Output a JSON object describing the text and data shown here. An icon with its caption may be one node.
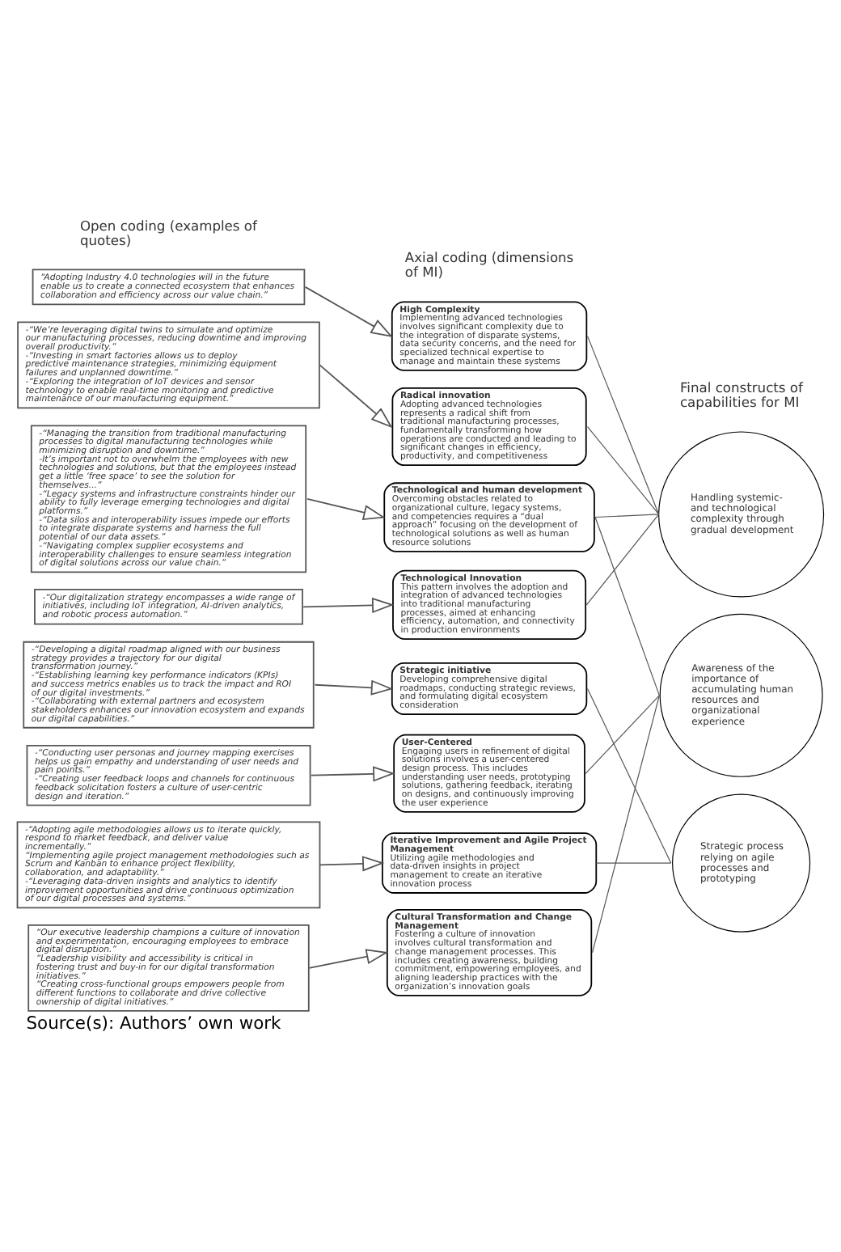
{
  "diagram": {
    "caption": "Source(s): Authors’ own work",
    "nodes": [
      {
        "text": [
          "“Adopting Industry 4.0 technologies will in the future enable us to create a connected ecosystem that enhances collaboration and efficiency across our value chain.”"
        ]
      },
      {
        "text": [
          "-“We’re leveraging digital twins to simulate and optimize our manufacturing processes, reducing downtime and improving overall productivity.”",
          "-“Investing in smart factories allows us to deploy predictive maintenance strategies, minimizing equipment failures and unplanned downtime.”",
          "-“Exploring the integration of IoT devices and sensor technology to enable real-time monitoring and predictive maintenance of our manufacturing equipment.”"
        ]
      },
      {
        "text": [
          "-“Managing the transition from traditional manufacturing processes to digital manufacturing technologies while minimizing disruption and downtime.”",
          "-It’s important not to overwhelm the employees with new technologies and solutions, but that the employees instead get a little ‘free space’ to see the solution for themselves...”",
          "-“Legacy systems and infrastructure constraints hinder our ability to fully leverage emerging technologies and digital platforms.”",
          "-“Data silos and interoperability issues impede our efforts to integrate disparate systems and harness the full potential of our data assets.”",
          "-“Navigating complex supplier ecosystems and interoperability challenges to ensure seamless integration of digital solutions across our value chain.”"
        ]
      },
      {
        "text": [
          "-“Our digitalization strategy encompasses a wide range of initiatives, including IoT integration, AI-driven analytics, and robotic process automation.”"
        ]
      },
      {
        "text": [
          "-“Developing a digital roadmap aligned with our business strategy provides a trajectory for our digital transformation journey.”",
          "-“Establishing learning key performance indicators (KPIs) and success metrics enables us to track the impact and ROI of our digital investments.”",
          "-“Collaborating with external partners and ecosystem stakeholders enhances our innovation ecosystem and expands our digital capabilities.”"
        ]
      },
      {
        "text": [
          "-“Conducting user personas and journey mapping exercises helps us gain empathy and understanding of user needs and pain points.”",
          "-“Creating user feedback loops and channels for continuous feedback solicitation fosters a culture of user-centric design and iteration.”"
        ]
      },
      {
        "text": [
          "-“Adopting agile methodologies allows us to iterate quickly, respond to market feedback, and deliver value incrementally.”",
          "“Implementing agile project management methodologies such as Scrum and Kanban to enhance project flexibility, collaboration, and adaptability.”",
          "-“Leveraging data-driven insights and analytics to identify improvement opportunities and drive continuous optimization of our digital processes and systems.”"
        ]
      },
      {
        "text": [
          "“Our executive leadership champions a culture of innovation and experimentation, encouraging employees to embrace digital disruption.”",
          "“Leadership visibility and accessibility is critical in fostering trust and buy-in for our digital transformation initiatives.”",
          "“Creating cross-functional groups empowers people from different functions to collaborate and drive collective ownership of digital initiatives.”"
        ]
      },
      {
        "text": [
          "High Complexity",
          "Implementing advanced technologies involves significant complexity due to the integration of disparate systems, data security concerns, and the need for specialized technical expertise to manage and maintain these systems"
        ]
      },
      {
        "text": [
          "Radical innovation",
          "Adopting advanced technologies represents a radical shift from traditional manufacturing processes, fundamentally transforming how operations are conducted and leading to significant changes in efficiency, productivity, and competitiveness"
        ]
      },
      {
        "text": [
          "Technological and human development",
          "Overcoming obstacles related to organizational culture, legacy systems, and competencies requires a “dual approach” focusing on the development of technological solutions as well as human resource solutions"
        ]
      },
      {
        "text": [
          "Technological Innovation",
          "This pattern involves the adoption and integration of advanced technologies into traditional manufacturing processes, aimed at enhancing efficiency, automation, and connectivity in production environments"
        ]
      },
      {
        "text": [
          "Strategic initiative",
          "Developing comprehensive digital roadmaps, conducting strategic reviews, and formulating digital ecosystem consideration"
        ]
      },
      {
        "text": [
          "User-Centered",
          "Engaging users in refinement of digital solutions involves a user-centered design process. This includes understanding user needs, prototyping solutions, gathering feedback, iterating on designs, and continuously improving the user experience"
        ]
      },
      {
        "text": [
          "Iterative Improvement and Agile Project Management",
          "Utilizing agile methodologies and data-driven insights in project management to create an iterative innovation process"
        ]
      },
      {
        "text": [
          "Cultural Transformation and Change Management",
          "Fostering a culture of innovation involves cultural transformation and change management processes. This includes creating awareness, building commitment, empowering employees, and aligning leadership practices with the organization’s innovation goals"
        ]
      },
      {
        "text": [
          "Handling systemic- and technological complexity through gradual development"
        ]
      },
      {
        "text": [
          "Awareness of the importance of accumulating human resources and organizational experience"
        ]
      },
      {
        "text": [
          "Strategic process relying on agile processes and prototyping"
        ]
      }
    ],
    "edges": [
      {
        "from": 0,
        "to": 8,
        "arrow": "to"
      },
      {
        "from": 1,
        "to": 9,
        "arrow": "to"
      },
      {
        "from": 2,
        "to": 10,
        "arrow": "to"
      },
      {
        "from": 3,
        "to": 11,
        "arrow": "to"
      },
      {
        "from": 4,
        "to": 12,
        "arrow": "to"
      },
      {
        "from": 5,
        "to": 13,
        "arrow": "to"
      },
      {
        "from": 6,
        "to": 14,
        "arrow": "to"
      },
      {
        "from": 7,
        "to": 15,
        "arrow": "to"
      },
      {
        "from": 8,
        "to": 16,
        "arrow": "none"
      },
      {
        "from": 9,
        "to": 16,
        "arrow": "none"
      },
      {
        "from": 10,
        "to": 16,
        "arrow": "none"
      },
      {
        "from": 10,
        "to": 17,
        "arrow": "none"
      },
      {
        "from": 11,
        "to": 16,
        "arrow": "none"
      },
      {
        "from": 12,
        "to": 18,
        "arrow": "none"
      },
      {
        "from": 13,
        "to": 17,
        "arrow": "none"
      },
      {
        "from": 14,
        "to": 18,
        "arrow": "none"
      },
      {
        "from": 15,
        "to": 17,
        "arrow": "none"
      }
    ],
    "labels": [
      "Open coding (examples of quotes)",
      "Axial coding (dimensions of MI)",
      "Final constructs of capabilities for MI"
    ]
  }
}
